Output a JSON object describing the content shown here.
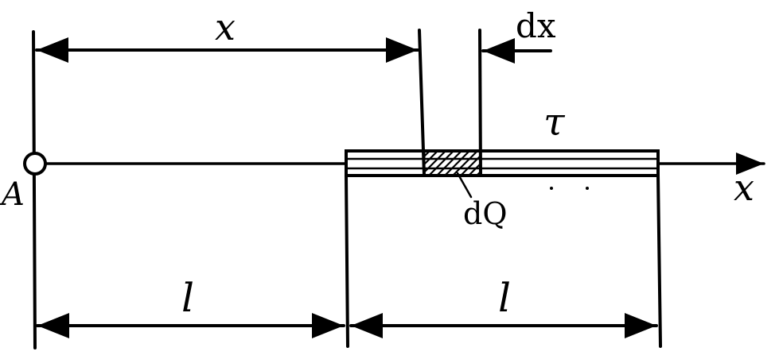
{
  "labels": {
    "point": "A",
    "distance_x": "x",
    "element_width": "dx",
    "charge_density": "τ",
    "axis": "x",
    "charge_element": "dQ",
    "length_left": "l",
    "length_right": "l"
  }
}
